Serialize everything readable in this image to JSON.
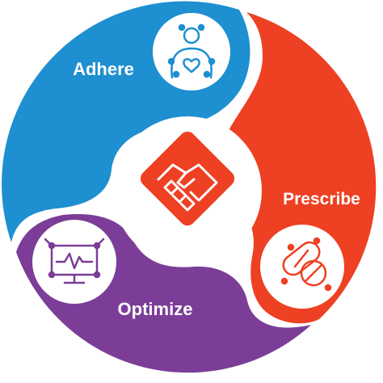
{
  "segments": [
    {
      "key": "adhere",
      "label": "Adhere",
      "color": "#1E8FD0",
      "icon": "caregiver-heart-network-icon"
    },
    {
      "key": "prescribe",
      "label": "Prescribe",
      "color": "#EE4023",
      "icon": "capsule-pill-network-icon"
    },
    {
      "key": "optimize",
      "label": "Optimize",
      "color": "#7B3D97",
      "icon": "monitor-heartbeat-network-icon"
    }
  ],
  "center": {
    "icon": "handshake-icon",
    "color": "#EE4023"
  },
  "colors": {
    "icon_stroke_blue": "#1E8FD0",
    "icon_stroke_red": "#EE4023",
    "icon_stroke_purple": "#7B3D97",
    "background": "#FFFFFF"
  }
}
